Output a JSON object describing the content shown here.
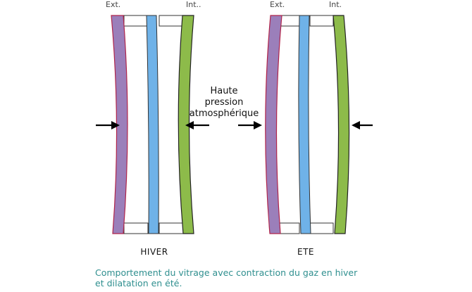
{
  "panels": {
    "winter": {
      "ext_label": "Ext.",
      "int_label": "Int..",
      "title": "HIVER"
    },
    "summer": {
      "ext_label": "Ext.",
      "int_label": "Int.",
      "title": "ETE"
    }
  },
  "center_label": {
    "line1": "Haute",
    "line2": "pression",
    "line3": "atmosphérique"
  },
  "caption": {
    "line1": "Comportement du vitrage avec contraction du gaz en hiver",
    "line2": "et dilatation en été."
  },
  "colors": {
    "exterior_pane": "#9b7fba",
    "exterior_edge": "#b0244a",
    "middle_pane": "#6fb2e8",
    "interior_pane": "#8dbb4a",
    "caption": "#2f8f8f"
  }
}
